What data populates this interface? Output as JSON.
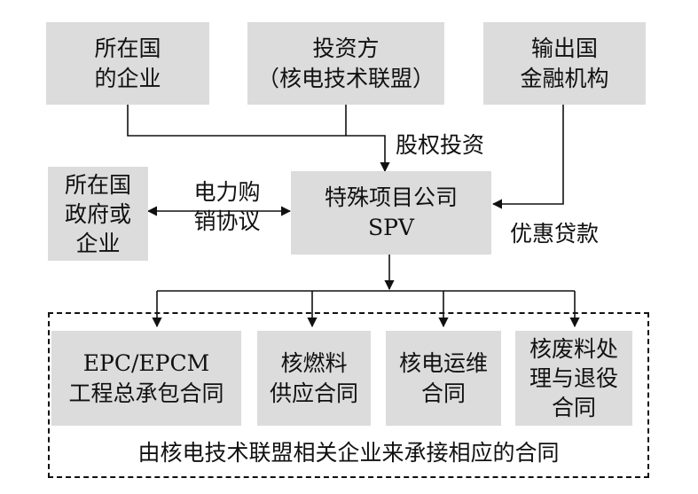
{
  "top_boxes": {
    "host_enterprise": [
      "所在国",
      "的企业"
    ],
    "investor": [
      "投资方",
      "（核电技术联盟）"
    ],
    "export_finance": [
      "输出国",
      "金融机构"
    ]
  },
  "host_government": [
    "所在国",
    "政府或",
    "企业"
  ],
  "spv": [
    "特殊项目公司",
    "SPV"
  ],
  "labels": {
    "equity_investment": "股权投资",
    "power_purchase": [
      "电力购",
      "销协议"
    ],
    "preferential_loan": "优惠贷款"
  },
  "contracts": [
    [
      "EPC/EPCM",
      "工程总承包合同"
    ],
    [
      "核燃料",
      "供应合同"
    ],
    [
      "核电运维",
      "合同"
    ],
    [
      "核废料处",
      "理与退役",
      "合同"
    ]
  ],
  "group_caption": "由核电技术联盟相关企业来承接相应的合同",
  "colors": {
    "box_fill": "#dcdcdc",
    "line": "#111111"
  }
}
